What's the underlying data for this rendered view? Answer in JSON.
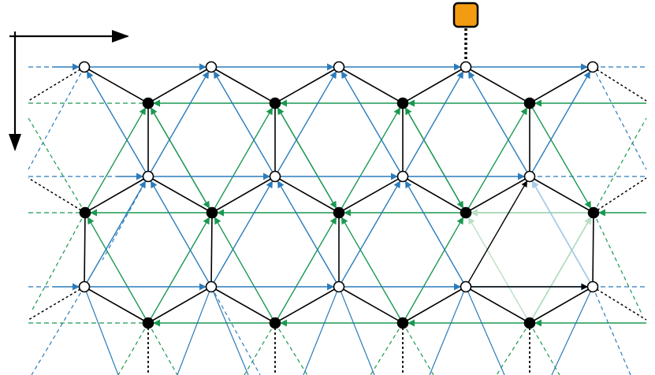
{
  "diagram": {
    "description_visible_text": "",
    "colors": {
      "bond": "#000000",
      "blue_arrow": "#2b7bba",
      "green_arrow": "#1a9850",
      "faded_blue": "#a9cde6",
      "faded_green": "#b9e0c4",
      "probe_fill": "#f39c12",
      "probe_stroke": "#000000",
      "node_open_fill": "#ffffff",
      "node_filled": "#000000"
    },
    "lattice": {
      "type": "honeycomb",
      "open_site_rows": 3,
      "filled_site_rows": 3,
      "columns": 5
    },
    "icons": [
      "axes-arrows",
      "probe-square"
    ]
  }
}
